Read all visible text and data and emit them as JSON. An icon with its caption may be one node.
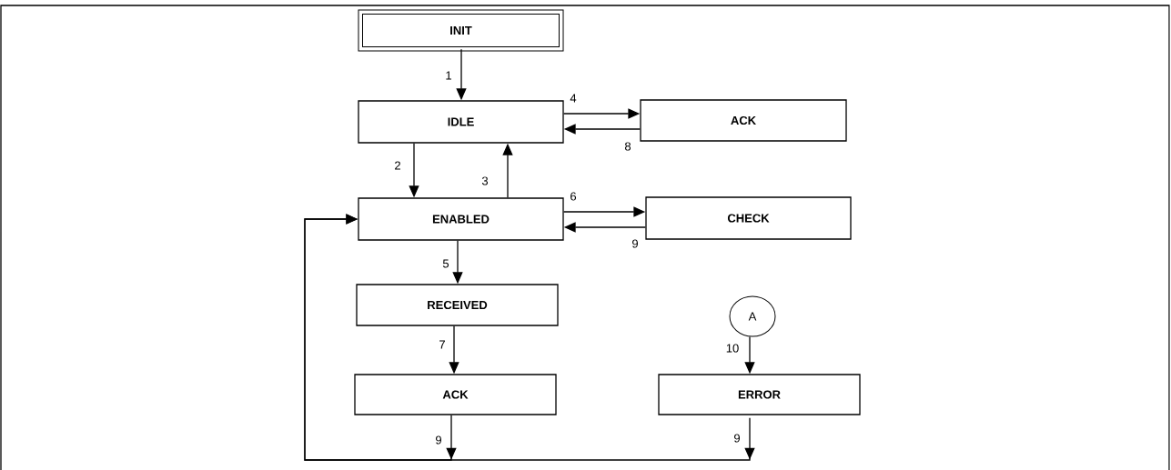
{
  "diagram": {
    "nodes": [
      {
        "text": [
          "INIT"
        ]
      },
      {
        "text": [
          "IDLE"
        ]
      },
      {
        "text": [
          "ACK"
        ]
      },
      {
        "text": [
          "ENABLED"
        ]
      },
      {
        "text": [
          "CHECK"
        ]
      },
      {
        "text": [
          "RECEIVED"
        ]
      },
      {
        "text": [
          "A"
        ]
      },
      {
        "text": [
          "ACK"
        ]
      },
      {
        "text": [
          "ERROR"
        ]
      }
    ],
    "edges": [
      {
        "from": 0,
        "to": 1,
        "arrow": "to",
        "label": "1"
      },
      {
        "from": 1,
        "to": 2,
        "arrow": "to",
        "label": "4"
      },
      {
        "from": 2,
        "to": 1,
        "arrow": "to",
        "label": "8"
      },
      {
        "from": 1,
        "to": 3,
        "arrow": "to",
        "label": "2"
      },
      {
        "from": 3,
        "to": 1,
        "arrow": "to",
        "label": "3"
      },
      {
        "from": 3,
        "to": 4,
        "arrow": "to",
        "label": "6"
      },
      {
        "from": 4,
        "to": 3,
        "arrow": "to",
        "label": "9"
      },
      {
        "from": 3,
        "to": 5,
        "arrow": "to",
        "label": "5"
      },
      {
        "from": 5,
        "to": 7,
        "arrow": "to",
        "label": "7"
      },
      {
        "from": 6,
        "to": 8,
        "arrow": "to",
        "label": "10"
      },
      {
        "from": 7,
        "to": 3,
        "arrow": "to",
        "label": "9"
      },
      {
        "from": 8,
        "to": 3,
        "arrow": "to",
        "label": "9"
      }
    ]
  }
}
